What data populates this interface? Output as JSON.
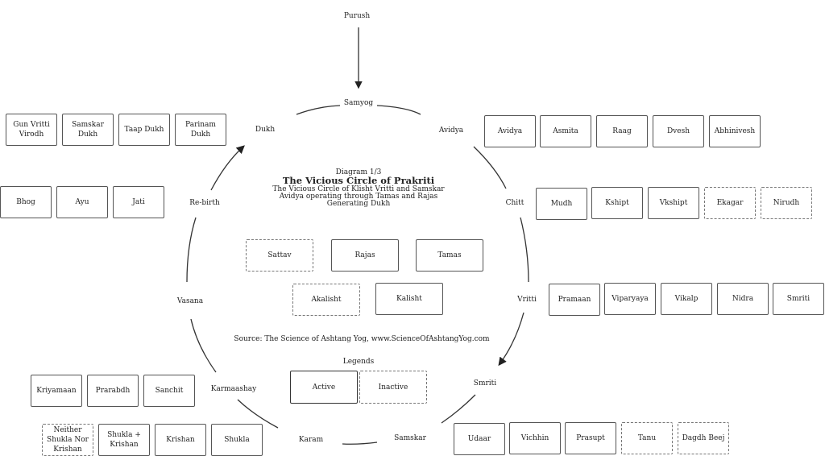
{
  "title": {
    "diagram_no": "Diagram 1/3",
    "main": "The Vicious Circle of Prakriti",
    "line1": "The Vicious Circle of Klisht Vritti and Samskar",
    "line2": "Avidya operating through Tamas and Rajas",
    "line3": "Generating Dukh"
  },
  "source": "Source: The Science of Ashtang Yog, www.ScienceOfAshtangYog.com",
  "cycle": {
    "purush": "Purush",
    "samyog": "Samyog",
    "avidya": "Avidya",
    "chitt": "Chitt",
    "vritti": "Vritti",
    "smriti": "Smriti",
    "samskar": "Samskar",
    "karam": "Karam",
    "karmaashay": "Karmaashay",
    "vasana": "Vasana",
    "rebirth": "Re-birth",
    "dukh": "Dukh"
  },
  "gunas": {
    "sattav": "Sattav",
    "rajas": "Rajas",
    "tamas": "Tamas"
  },
  "klesh_state": {
    "akalisht": "Akalisht",
    "kalisht": "Kalisht"
  },
  "legends": {
    "heading": "Legends",
    "active": "Active",
    "inactive": "Inactive"
  },
  "dukh_boxes": [
    {
      "label": "Gun Vritti Virodh",
      "active": true
    },
    {
      "label": "Samskar Dukh",
      "active": true
    },
    {
      "label": "Taap Dukh",
      "active": true
    },
    {
      "label": "Parinam Dukh",
      "active": true
    }
  ],
  "rebirth_boxes": [
    {
      "label": "Bhog",
      "active": true
    },
    {
      "label": "Ayu",
      "active": true
    },
    {
      "label": "Jati",
      "active": true
    }
  ],
  "avidya_boxes": [
    {
      "label": "Avidya",
      "active": true
    },
    {
      "label": "Asmita",
      "active": true
    },
    {
      "label": "Raag",
      "active": true
    },
    {
      "label": "Dvesh",
      "active": true
    },
    {
      "label": "Abhinivesh",
      "active": true
    }
  ],
  "chitt_boxes": [
    {
      "label": "Mudh",
      "active": true
    },
    {
      "label": "Kshipt",
      "active": true
    },
    {
      "label": "Vkshipt",
      "active": true
    },
    {
      "label": "Ekagar",
      "active": false
    },
    {
      "label": "Nirudh",
      "active": false
    }
  ],
  "vritti_boxes": [
    {
      "label": "Pramaan",
      "active": true
    },
    {
      "label": "Viparyaya",
      "active": true
    },
    {
      "label": "Vikalp",
      "active": true
    },
    {
      "label": "Nidra",
      "active": true
    },
    {
      "label": "Smriti",
      "active": true
    }
  ],
  "karmaashay_boxes": [
    {
      "label": "Kriyamaan",
      "active": true
    },
    {
      "label": "Prarabdh",
      "active": true
    },
    {
      "label": "Sanchit",
      "active": true
    }
  ],
  "karam_boxes": [
    {
      "label": "Neither Shukla Nor Krishan",
      "active": false
    },
    {
      "label": "Shukla + Krishan",
      "active": true
    },
    {
      "label": "Krishan",
      "active": true
    },
    {
      "label": "Shukla",
      "active": true
    }
  ],
  "samskar_boxes": [
    {
      "label": "Udaar",
      "active": true
    },
    {
      "label": "Vichhin",
      "active": true
    },
    {
      "label": "Prasupt",
      "active": true
    },
    {
      "label": "Tanu",
      "active": false
    },
    {
      "label": "Dagdh Beej",
      "active": false
    }
  ]
}
